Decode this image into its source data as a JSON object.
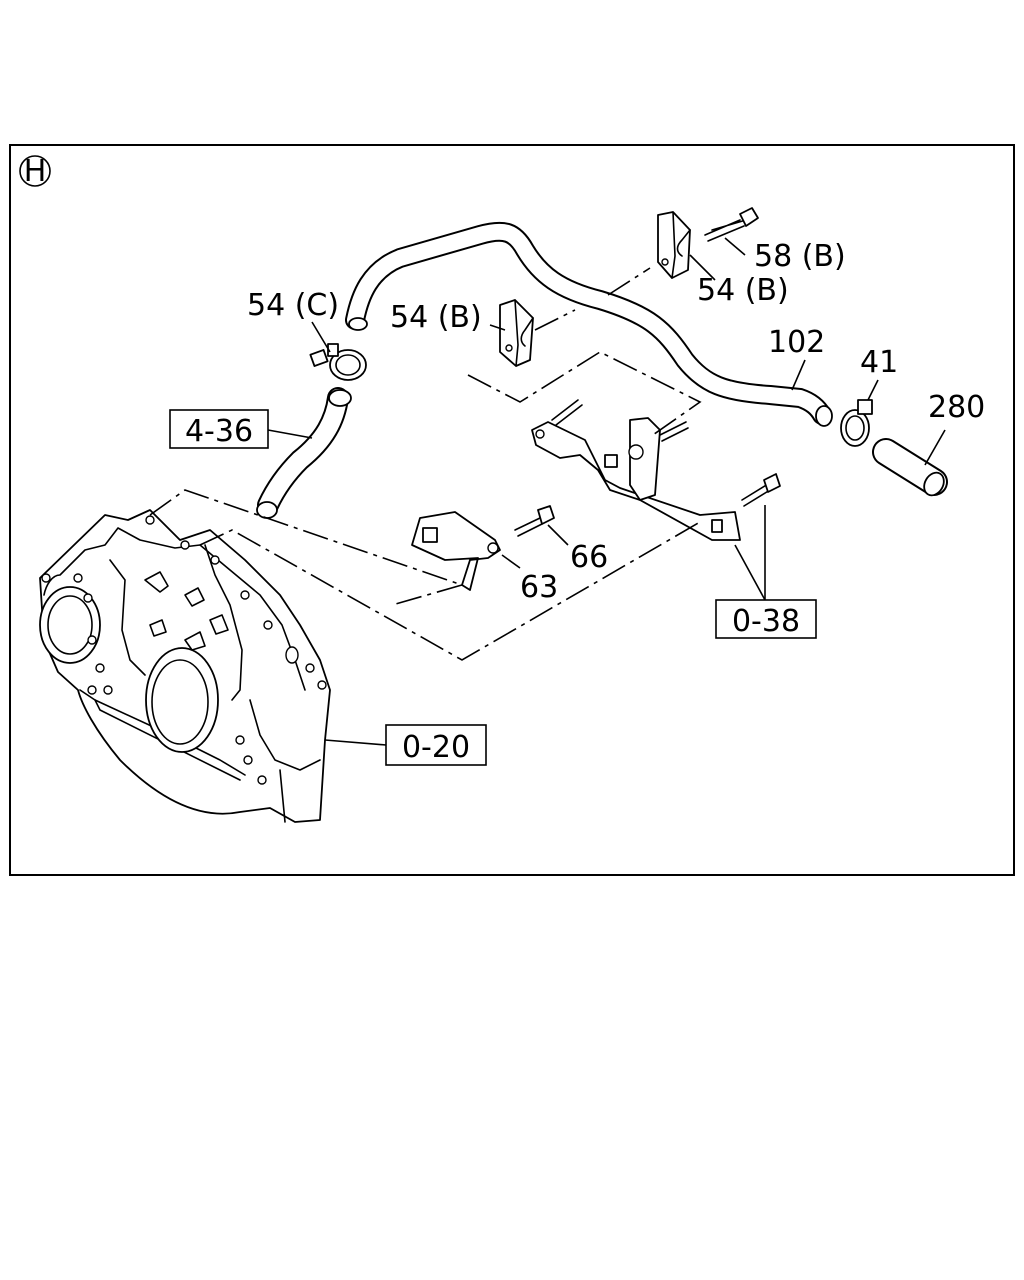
{
  "diagram": {
    "section_marker": "H",
    "callouts": {
      "c58b": "58 (B)",
      "c54b_right": "54 (B)",
      "c54c": "54 (C)",
      "c54b_left": "54 (B)",
      "c102": "102",
      "c41": "41",
      "c280": "280",
      "c66": "66",
      "c63": "63"
    },
    "reference_boxes": {
      "r436": "4-36",
      "r038": "0-38",
      "r020": "0-20"
    }
  }
}
